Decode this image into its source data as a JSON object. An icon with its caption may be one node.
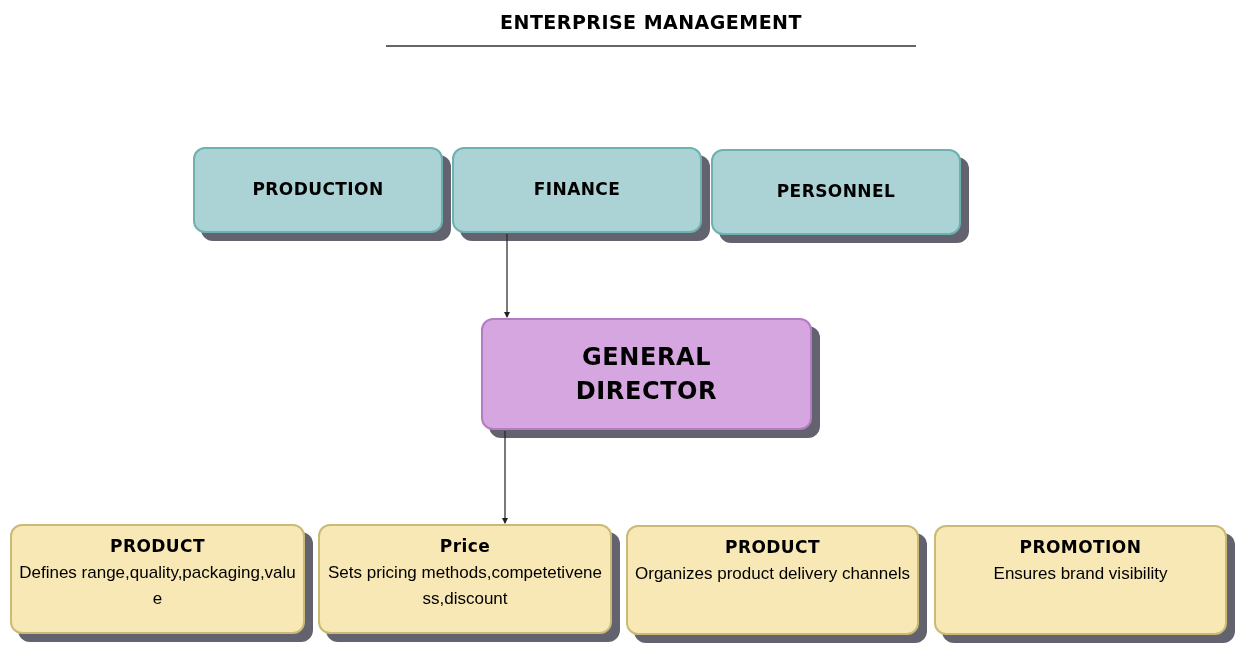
{
  "diagram": {
    "title": "ENTERPRISE MANAGEMENT",
    "nodes": [
      {
        "text": [
          "PRODUCTION"
        ]
      },
      {
        "text": [
          "FINANCE"
        ]
      },
      {
        "text": [
          "PERSONNEL"
        ]
      },
      {
        "text": [
          "GENERAL DIRECTOR"
        ]
      },
      {
        "text": [
          "PRODUCT",
          "Defines range,quality,packaging,value"
        ]
      },
      {
        "text": [
          "Price",
          "Sets pricing methods,competetiveness,discount"
        ]
      },
      {
        "text": [
          "PRODUCT",
          "Organizes product delivery channels"
        ]
      },
      {
        "text": [
          "PROMOTION",
          "Ensures brand visibility"
        ]
      }
    ],
    "edges": [
      {
        "from": 1,
        "to": 3,
        "arrow": "to"
      },
      {
        "from": 3,
        "to": 5,
        "arrow": "to"
      }
    ]
  }
}
